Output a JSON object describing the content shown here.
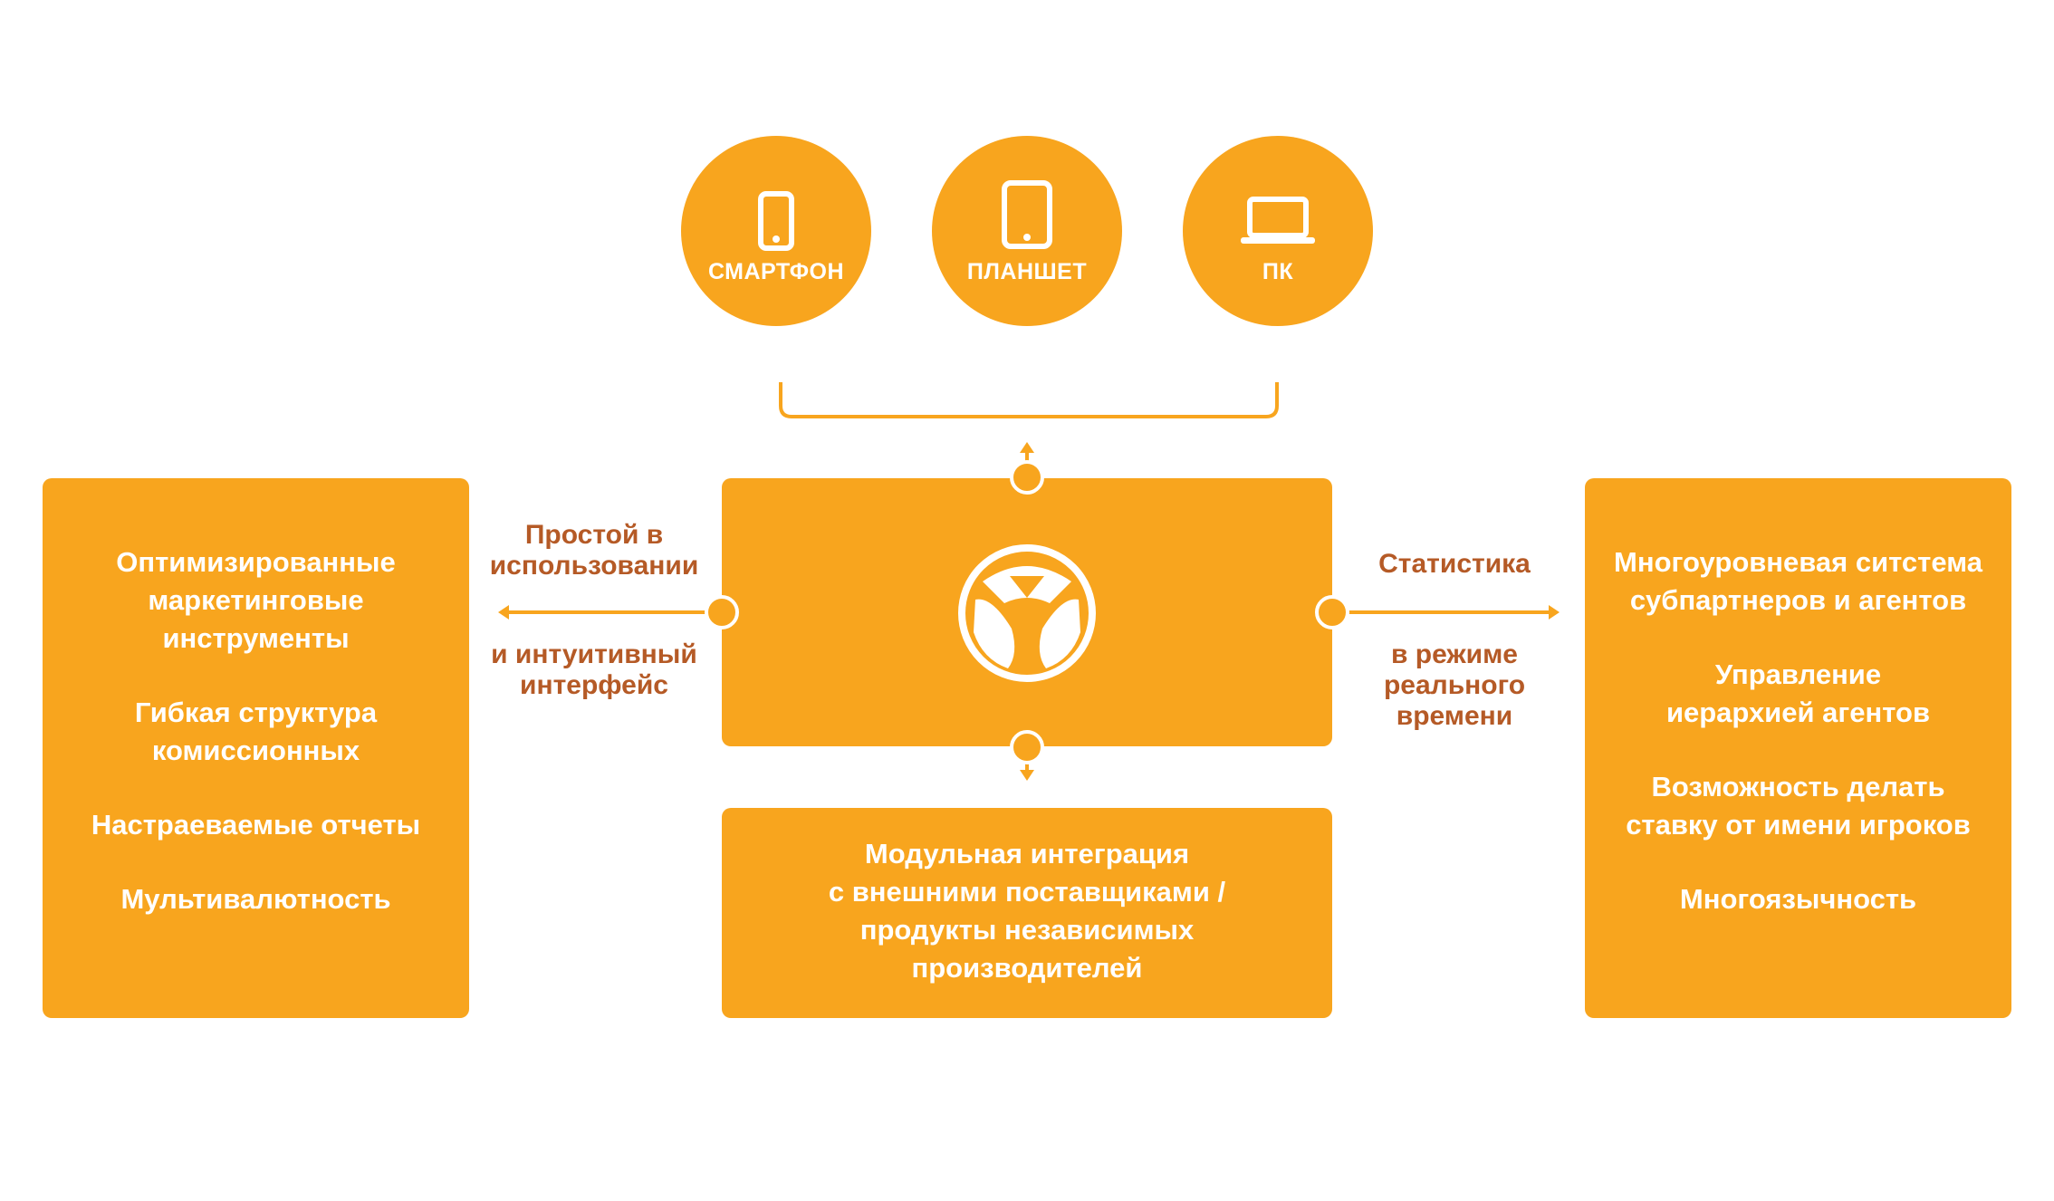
{
  "colors": {
    "orange": "#f8a51e",
    "label_brown": "#b55a26",
    "text_white": "#ffffff"
  },
  "devices": [
    {
      "label": "СМАРТФОН",
      "icon": "smartphone-icon"
    },
    {
      "label": "ПЛАНШЕТ",
      "icon": "tablet-icon"
    },
    {
      "label": "ПК",
      "icon": "laptop-icon"
    }
  ],
  "center": {
    "logo": "logo-icon"
  },
  "left_panel": {
    "items": [
      [
        "Оптимизированные",
        "маркетинговые",
        "инструменты"
      ],
      [
        "Гибкая структура",
        "комиссионных"
      ],
      [
        "Настраеваемые отчеты"
      ],
      [
        "Мультивалютность"
      ]
    ]
  },
  "right_panel": {
    "items": [
      [
        "Многоуровневая ситстема",
        "субпартнеров и агентов"
      ],
      [
        "Управление",
        "иерархией агентов"
      ],
      [
        "Возможность делать",
        "ставку от имени игроков"
      ],
      [
        "Многоязычность"
      ]
    ]
  },
  "bottom_panel": {
    "lines": [
      "Модульная интеграция",
      "с внешними поставщиками /",
      "продукты независимых",
      "производителей"
    ]
  },
  "left_connector": {
    "top_lines": [
      "Простой в",
      "использовании"
    ],
    "bottom_lines": [
      "и интуитивный",
      "интерфейс"
    ]
  },
  "right_connector": {
    "top_lines": [
      "Статистика"
    ],
    "bottom_lines": [
      "в режиме",
      "реального",
      "времени"
    ]
  }
}
